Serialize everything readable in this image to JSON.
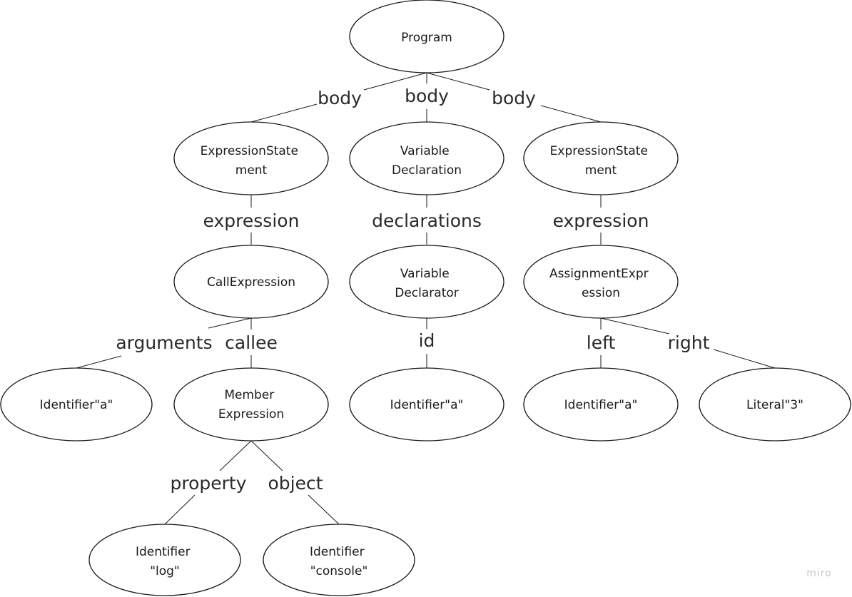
{
  "nodes": {
    "program": {
      "lines": [
        "Program"
      ]
    },
    "expr_stmt_1": {
      "lines": [
        "ExpressionState",
        "ment"
      ]
    },
    "var_decl": {
      "lines": [
        "Variable",
        "Declaration"
      ]
    },
    "expr_stmt_2": {
      "lines": [
        "ExpressionState",
        "ment"
      ]
    },
    "call_expr": {
      "lines": [
        "CallExpression"
      ]
    },
    "var_declarator": {
      "lines": [
        "Variable",
        "Declarator"
      ]
    },
    "assign_expr": {
      "lines": [
        "AssignmentExpr",
        "ession"
      ]
    },
    "identifier_a_1": {
      "lines": [
        "Identifier\"a\""
      ]
    },
    "member_expr": {
      "lines": [
        "Member",
        "Expression"
      ]
    },
    "identifier_a_2": {
      "lines": [
        "Identifier\"a\""
      ]
    },
    "identifier_a_3": {
      "lines": [
        "Identifier\"a\""
      ]
    },
    "literal_3": {
      "lines": [
        "Literal\"3\""
      ]
    },
    "identifier_log": {
      "lines": [
        "Identifier",
        "\"log\""
      ]
    },
    "identifier_console": {
      "lines": [
        "Identifier",
        "\"console\""
      ]
    }
  },
  "edges": {
    "program_body_1": {
      "label": "body"
    },
    "program_body_2": {
      "label": "body"
    },
    "program_body_3": {
      "label": "body"
    },
    "stmt1_expression": {
      "label": "expression"
    },
    "decl_declarations": {
      "label": "declarations"
    },
    "stmt2_expression": {
      "label": "expression"
    },
    "call_arguments": {
      "label": "arguments"
    },
    "call_callee": {
      "label": "callee"
    },
    "declarator_id": {
      "label": "id"
    },
    "assign_left": {
      "label": "left"
    },
    "assign_right": {
      "label": "right"
    },
    "member_property": {
      "label": "property"
    },
    "member_object": {
      "label": "object"
    }
  },
  "watermark": "miro"
}
